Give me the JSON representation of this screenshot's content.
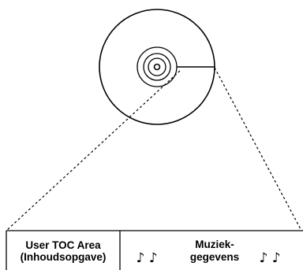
{
  "diagram": {
    "band_label_toc_line1": "User TOC Area",
    "band_label_toc_line2": "(Inhoudsopgave)",
    "band_label_music_line1": "Muziek-",
    "band_label_music_line2": "gegevens",
    "notes_left": "♪ ♪",
    "notes_right": "♪ ♪"
  }
}
